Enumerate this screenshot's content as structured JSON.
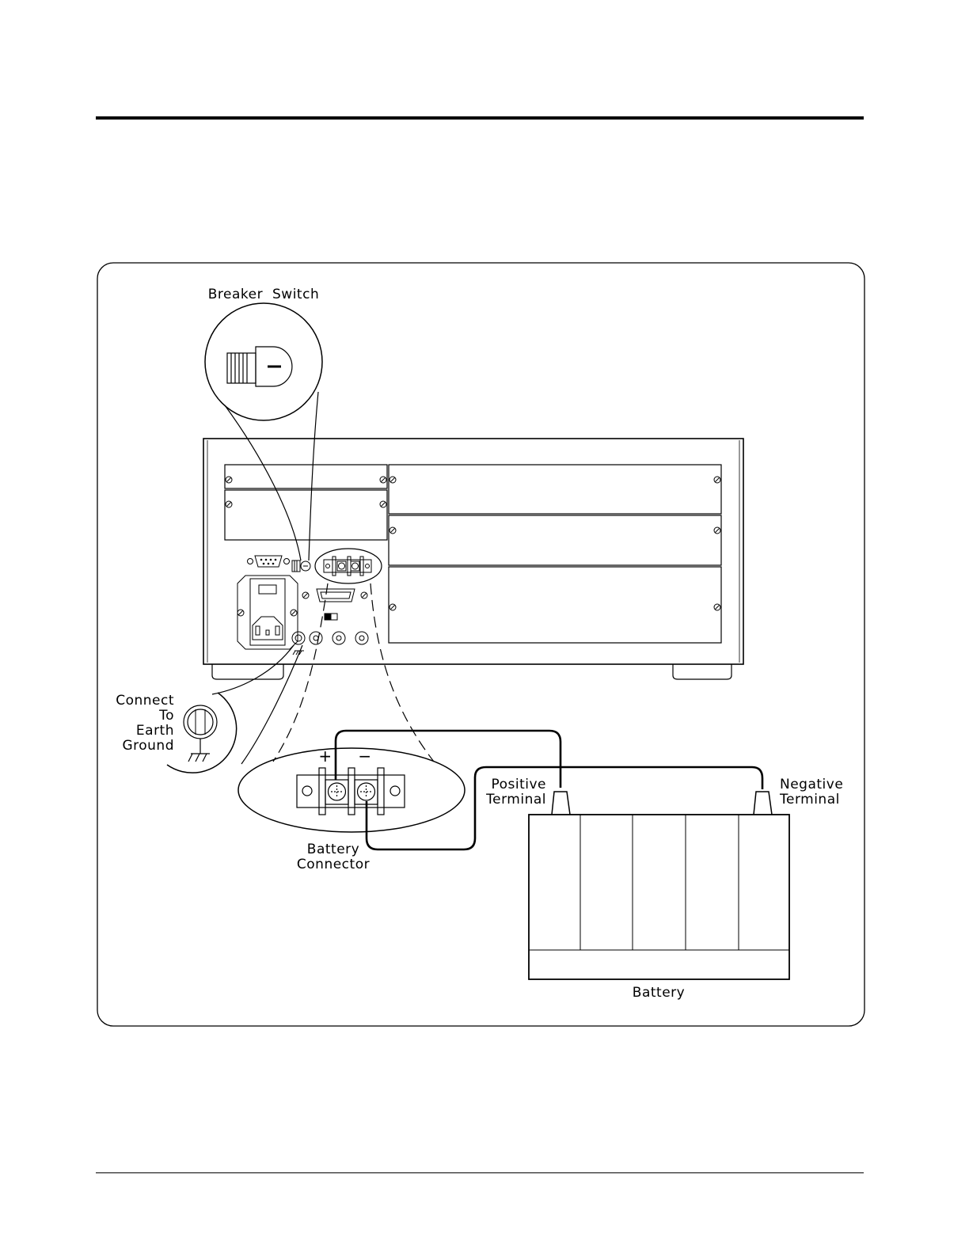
{
  "labels": {
    "breaker_switch": "Breaker Switch",
    "connect_to_earth_ground": [
      "Connect",
      "To",
      "Earth",
      "Ground"
    ],
    "plus_sign": "+",
    "minus_sign": "−",
    "positive_terminal": [
      "Positive",
      "Terminal"
    ],
    "negative_terminal": [
      "Negative",
      "Terminal"
    ],
    "battery_connector": [
      "Battery",
      "Connector"
    ],
    "battery": "Battery"
  }
}
